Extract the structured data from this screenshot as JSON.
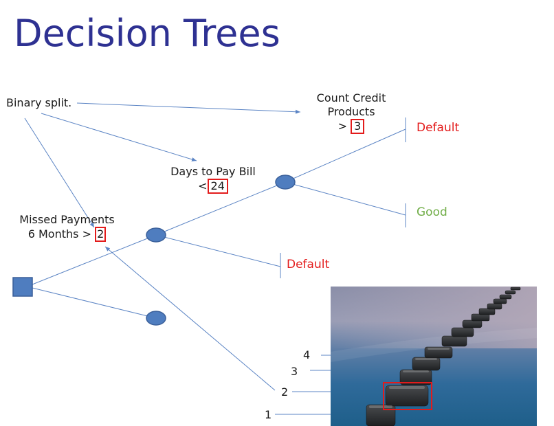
{
  "slide": {
    "title": "Decision Trees"
  },
  "annotation": {
    "binary_split": "Binary split."
  },
  "nodes": {
    "missed_payments": {
      "line1": "Missed Payments",
      "line2_prefix": "6 Months >",
      "threshold": "2"
    },
    "days_to_pay": {
      "line1": "Days to Pay Bill",
      "line2_prefix": "<",
      "threshold": "24"
    },
    "count_credit": {
      "line1": "Count Credit",
      "line2": "Products",
      "line3_prefix": ">",
      "threshold": "3"
    }
  },
  "outcomes": {
    "leaf_top": "Default",
    "leaf_middle": "Good",
    "leaf_bottom": "Default"
  },
  "photo": {
    "step_labels": [
      "1",
      "2",
      "3",
      "4"
    ]
  },
  "colors": {
    "title": "#2e3192",
    "node_fill": "#4f7dbf",
    "line": "#5b84c4",
    "default": "#e31b1b",
    "good": "#70ad47",
    "highlight_box": "#e31b1b"
  }
}
